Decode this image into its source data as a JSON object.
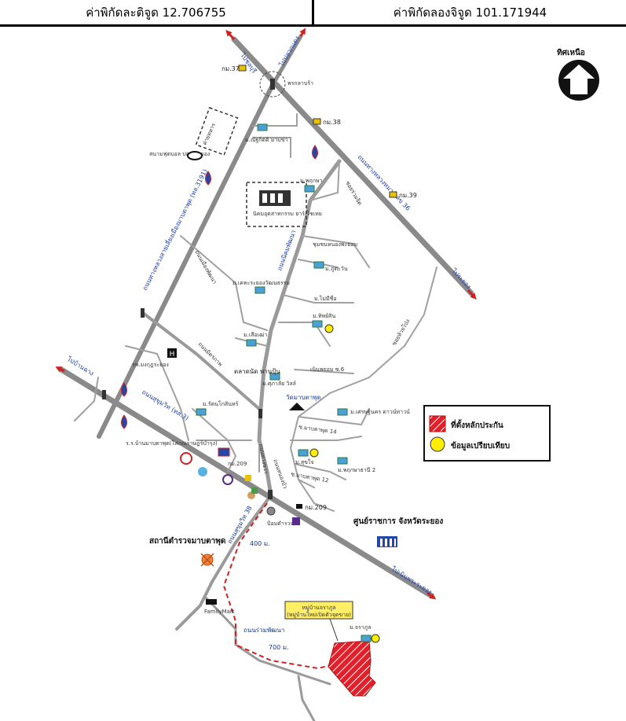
{
  "header": {
    "latitude_label": "ค่าพิกัดละติจูด 12.706755",
    "longitude_label": "ค่าพิกัดลองจิจูด 101.171944"
  },
  "north": {
    "label": "ทิศเหนือ"
  },
  "legend": {
    "property_label": "ที่ตั้งหลักประกัน",
    "comparison_label": "ข้อมูลเปรียบเทียบ",
    "property_color": "#e0202a",
    "comparison_color": "#ffee00"
  },
  "labels": {
    "km37": "กม.37",
    "km38": "กม.38",
    "km39": "กม.39",
    "km209": "กม.209",
    "intersection": "พรกลาบร้า",
    "arrow_nw": "ไปชลบุรี",
    "arrow_ne": "ไปปลวกแดง",
    "arrow_east": "ไประยอง",
    "arrow_west": "ไปบ้านฉาง",
    "arrow_se": "ไปเนินพระระยอง",
    "stadium": "สนามฟุตบอล ปตท.ระยอง",
    "camp": "ค่ายทหาร",
    "sahakarn": "นิคมอุตสาหกรรม ยาร์ โชเทย",
    "rd_sukhumvit_upper": "ถนนทางหลวงสายเลี่ยงเมืองมาบตาพุด (ทล.3191)",
    "rd_pattana": "ถนนเมืองพัฒนา",
    "rd_mittraphap": "ถนนมิตรภาพ",
    "rd_sisaengsan": "ถนนทางหลวงหมายเลข 36",
    "rd_sukhumvit_lower": "ถนนสุขุมวิท (ทล.3)",
    "rd_sukhumvit_38": "ถนนสุขุมวิท 38",
    "rd_ruamphatthana": "ถนนร่วมพัฒนา",
    "rd_nasuea": "ถนนหนองบัว",
    "rd_nikhom": "ถนนนิคมพัฒนา",
    "rd_thakhwang": "ถนนทางขวา",
    "rd_huaipong": "ซอยห้วยโป่ง",
    "rd_soi14": "ซ.มาบตาพุด 14",
    "rd_soi12": "ซ.มาบตาพุด 12",
    "rd_soi6": "เนินพยอม ซ.6",
    "vil_natthakit": "ม.ณัฐกิตติ มาบข่า",
    "vil_phatra": "ม.พฤกษา",
    "vil_phongphan": "ชุมชนหนองพะยอม",
    "vil_pruksa": "ม.ภูตะวัน",
    "vil_kesorn": "ม.เคหะระยองวัฒนธรรม",
    "vil_namsai": "ม.ไม่มีชื่อ",
    "vil_thiphat": "ม.ทิพย์สิน",
    "vil_suea": "ม.เสือเฒ่า",
    "vil_sukjai": "ม.ศุภาลัย วิลล์",
    "vil_wat": "วัดมาบตาพุด",
    "vil_rattanakorn": "ม.รัตนโกสินทร์",
    "vil_sermsuk": "ม.เศรษฐินคร ดาวน์ทาวน์",
    "vil_sukjai2": "ม.สุขใจ",
    "vil_pasak": "ม.พฤกษาธานี 2",
    "vil_charasakun": "ม.จราภูล",
    "market": "ตลาดนัด พานปุ้น",
    "hospital": "รพ.มงกุฎระยอง",
    "school": "ร.ร.บ้านมาบตาพุด(โสภณราษฎร์บำรุง)",
    "police_small": "ป้อมตำรวจ",
    "police": "สถานีตำรวจมาบตาพุด",
    "gov_center": "ศูนย์ราชการ จังหวัดระยอง",
    "village_box": "หมู่บ้านจราภูล",
    "village_box_sub": "(หมู่บ้านใหม่เปิดตัวจุดขาย)",
    "dist_400": "400 ม.",
    "dist_700": "700 ม.",
    "familymart": "FamilyMart",
    "km209_ref": "กม.209",
    "soi_khayai": "ซอยร่วมจิต"
  }
}
